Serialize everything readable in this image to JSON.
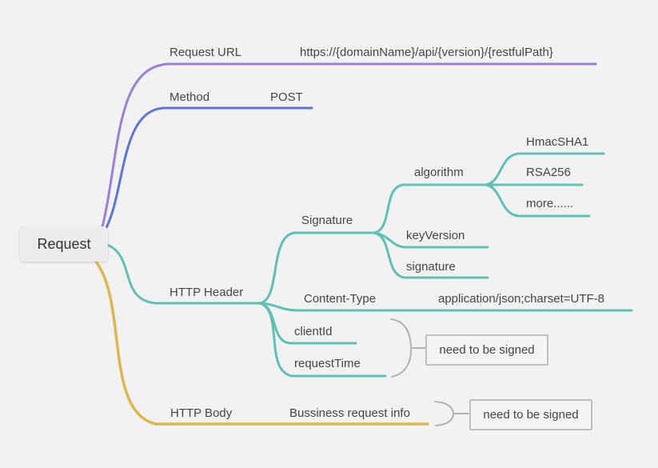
{
  "title": "Request API mind map",
  "colors": {
    "background": "#f2f2f2",
    "purple": "#9b7fd9",
    "blue": "#5b76d8",
    "teal": "#5fc0b8",
    "yellow": "#ddb64c",
    "brace": "#b3b3b3",
    "text": "#454545",
    "root_bg": "#ececec",
    "root_text": "#333333"
  },
  "root": {
    "label": "Request"
  },
  "branches": {
    "request_url": {
      "label": "Request URL",
      "value": "https://{domainName}/api/{version}/{restfulPath}"
    },
    "method": {
      "label": "Method",
      "value": "POST"
    },
    "http_header": {
      "label": "HTTP Header",
      "children": {
        "signature": {
          "label": "Signature",
          "children": {
            "algorithm": {
              "label": "algorithm",
              "children": {
                "hmac_sha1": {
                  "label": "HmacSHA1"
                },
                "rsa256": {
                  "label": "RSA256"
                },
                "more": {
                  "label": "more......"
                }
              }
            },
            "key_version": {
              "label": "keyVersion"
            },
            "signature_field": {
              "label": "signature"
            }
          }
        },
        "content_type": {
          "label": "Content-Type",
          "value": "application/json;charset=UTF-8"
        },
        "client_id": {
          "label": "clientId"
        },
        "request_time": {
          "label": "requestTime"
        }
      }
    },
    "http_body": {
      "label": "HTTP Body",
      "value": "Bussiness request info"
    }
  },
  "notes": {
    "header_note": {
      "label": "need to be signed"
    },
    "body_note": {
      "label": "need to be signed"
    }
  }
}
